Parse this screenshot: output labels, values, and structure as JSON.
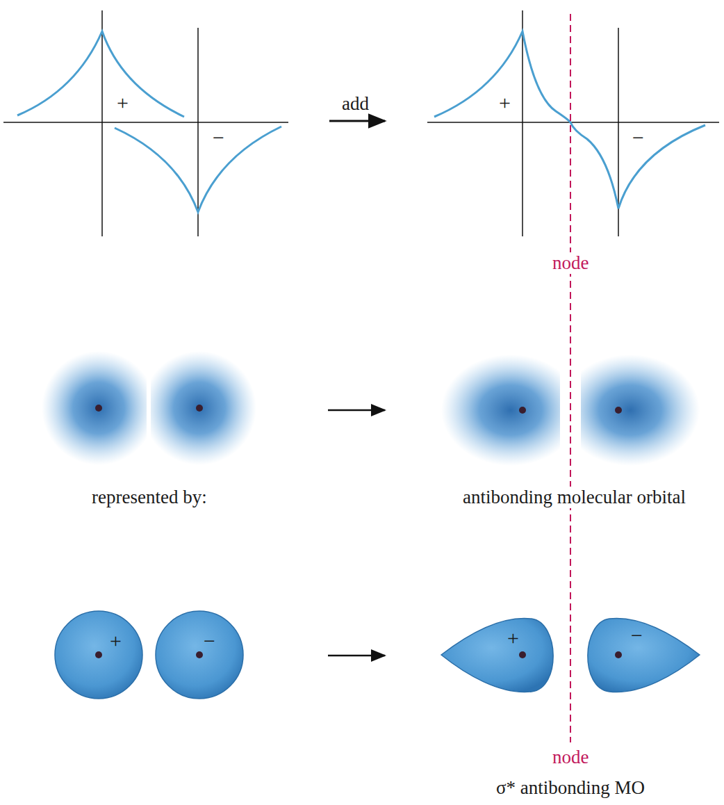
{
  "diagram": {
    "labels": [
      "+",
      "−",
      "add",
      "+",
      "−",
      "node",
      "represented by:",
      "antibonding molecular orbital",
      "+",
      "−",
      "+",
      "−",
      "node",
      "σ* antibonding MO"
    ]
  }
}
